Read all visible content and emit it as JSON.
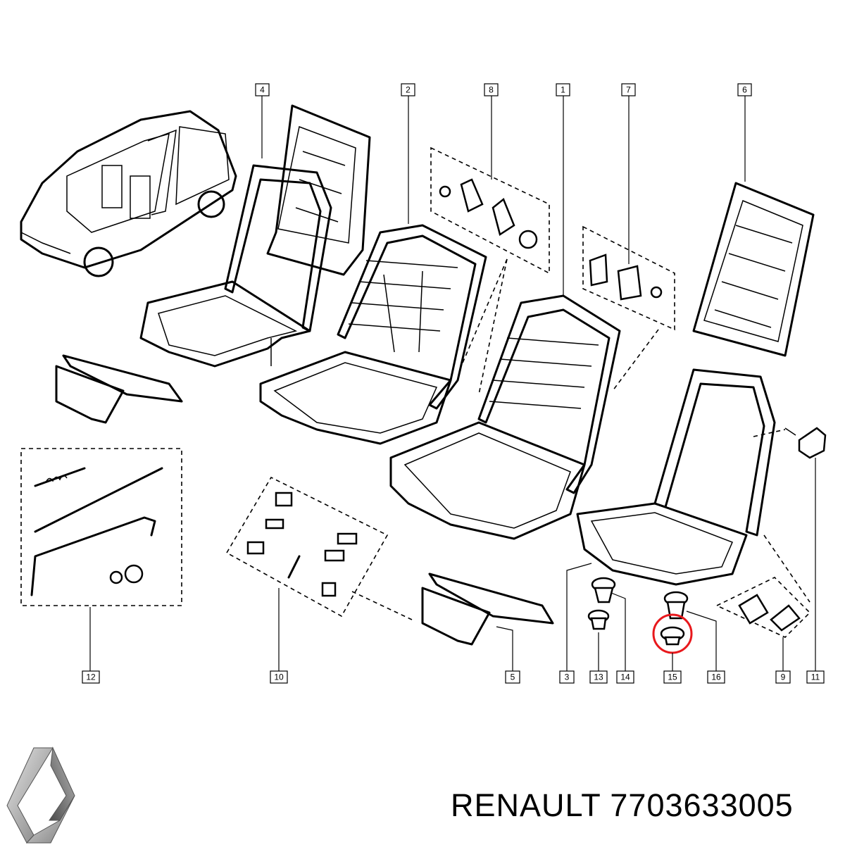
{
  "callouts": [
    "1",
    "2",
    "3",
    "4",
    "5",
    "6",
    "7",
    "8",
    "9",
    "10",
    "11",
    "12",
    "13",
    "14",
    "15",
    "16"
  ],
  "highlighted_part": "15",
  "brand": {
    "name": "RENAULT",
    "part_number": "7703633005",
    "logo": "renault-diamond-logo"
  },
  "colors": {
    "highlight": "#e8181c",
    "line": "#000000",
    "background": "#ffffff"
  }
}
